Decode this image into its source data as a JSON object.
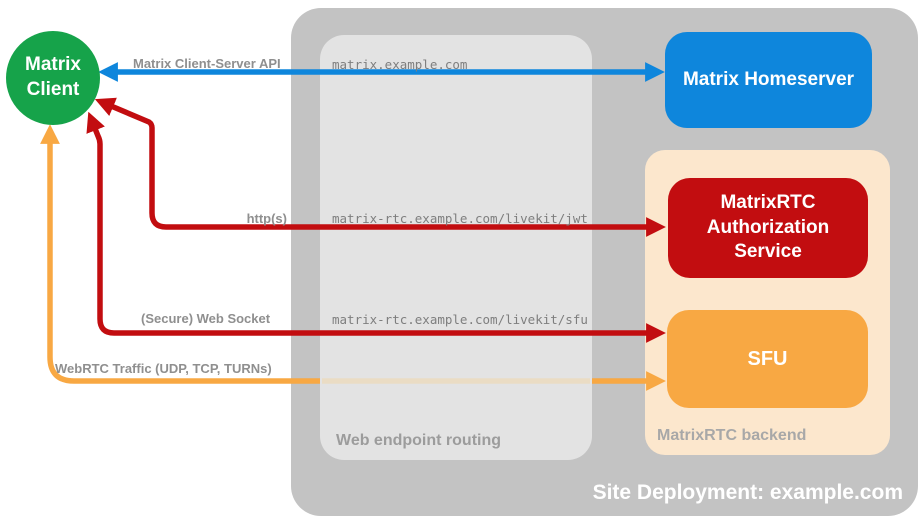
{
  "containers": {
    "site": {
      "label": "Site Deployment: example.com"
    },
    "routing": {
      "label": "Web endpoint routing"
    },
    "backend": {
      "label": "MatrixRTC backend"
    }
  },
  "nodes": {
    "client": {
      "label": "Matrix Client",
      "color": "#16a34a"
    },
    "homeserver": {
      "label": "Matrix Homeserver",
      "color": "#0e86dc"
    },
    "auth_service": {
      "label": "MatrixRTC Authorization Service",
      "color": "#c20d10"
    },
    "sfu": {
      "label": "SFU",
      "color": "#f8a843"
    }
  },
  "arrows": {
    "client_server_api": {
      "label": "Matrix Client-Server API",
      "endpoint": "matrix.example.com",
      "from": "Matrix Client",
      "to": "Matrix Homeserver",
      "bidirectional": true,
      "color": "#0e86dc"
    },
    "http": {
      "label": "http(s)",
      "endpoint": "matrix-rtc.example.com/livekit/jwt",
      "from": "Matrix Client",
      "to": "MatrixRTC Authorization Service",
      "bidirectional": true,
      "color": "#c20d10"
    },
    "websocket": {
      "label": "(Secure) Web Socket",
      "endpoint": "matrix-rtc.example.com/livekit/sfu",
      "from": "Matrix Client",
      "to": "SFU",
      "bidirectional": true,
      "color": "#c20d10"
    },
    "webrtc": {
      "label": "WebRTC Traffic (UDP, TCP, TURNs)",
      "from": "Matrix Client",
      "to": "SFU",
      "bidirectional": true,
      "color": "#f8a843",
      "faded_over_routing_color": "#eadcc4"
    }
  },
  "colors": {
    "outer_container": "#c3c3c3",
    "routing_container": "#e3e3e3",
    "backend_container": "#fce7cd",
    "label_gray": "#8f8f8f",
    "mono_gray": "#7e7e7e",
    "node_text": "#ffffff"
  }
}
